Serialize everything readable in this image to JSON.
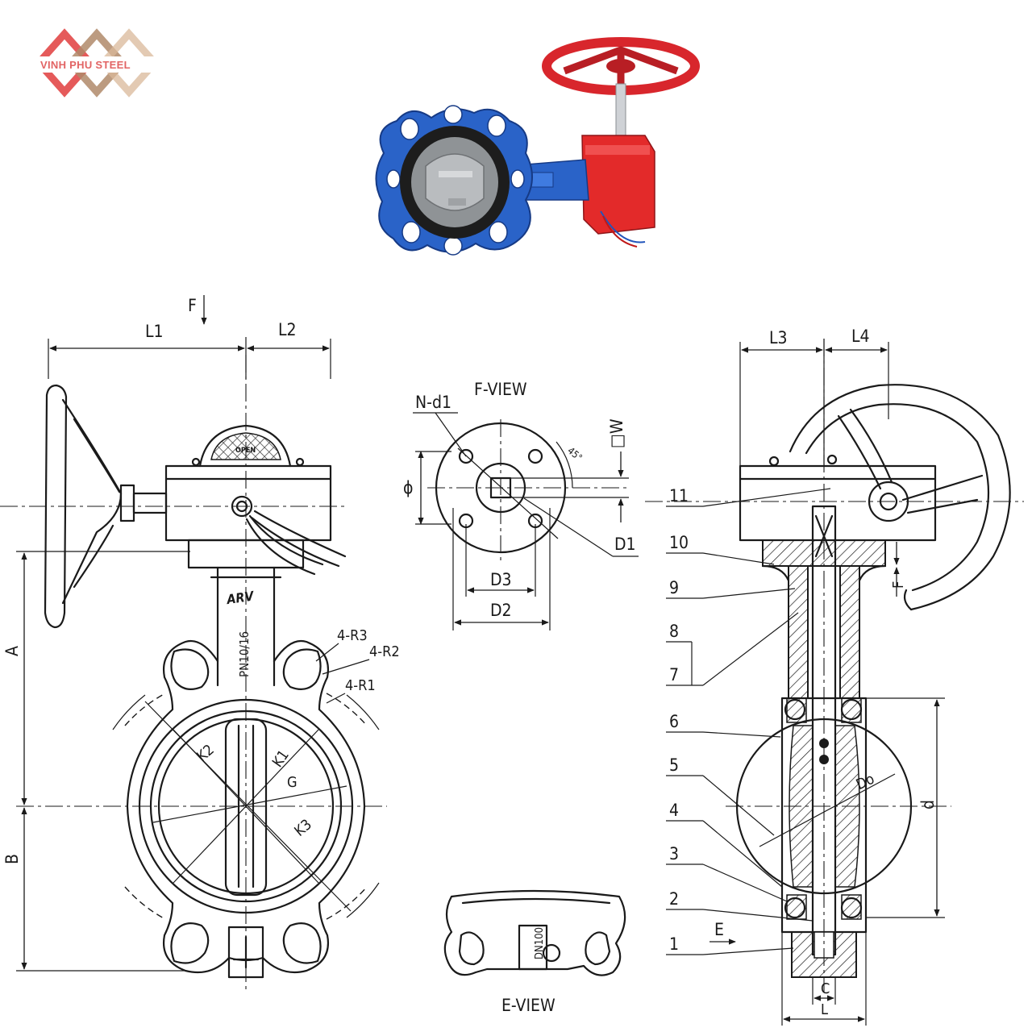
{
  "logo": {
    "text": "VINH PHU STEEL",
    "color_primary": "#e55a5a",
    "color_secondary": "#b08a6a"
  },
  "photo": {
    "body_color": "#2a63c8",
    "actuator_color": "#e32a2a",
    "wheel_color": "#d8262c",
    "disc_color": "#b9bcbf"
  },
  "front_view": {
    "force_label": "F",
    "dims": {
      "l1": "L1",
      "l2": "L2",
      "a": "A",
      "b": "B",
      "g": "G",
      "k1": "K1",
      "k2": "K2",
      "k3": "K3"
    },
    "neck_marks": {
      "brand": "ARV",
      "pressure": "PN10/16"
    },
    "radius_labels": {
      "r3": "4-R3",
      "r2": "4-R2",
      "r1": "4-R1"
    }
  },
  "f_view": {
    "title": "F-VIEW",
    "holes": "N-d1",
    "square": "□W",
    "phi": "ϕ",
    "angle": "45°",
    "d1": "D1",
    "d2": "D2",
    "d3": "D3"
  },
  "e_view": {
    "title": "E-VIEW",
    "mark": "DN100"
  },
  "side_view": {
    "dims": {
      "l3": "L3",
      "l4": "L4",
      "f": "F",
      "d": "d",
      "do": "Do",
      "c": "C",
      "l": "L",
      "e": "E"
    },
    "parts": [
      "11",
      "10",
      "9",
      "8",
      "7",
      "6",
      "5",
      "4",
      "3",
      "2",
      "1"
    ]
  }
}
